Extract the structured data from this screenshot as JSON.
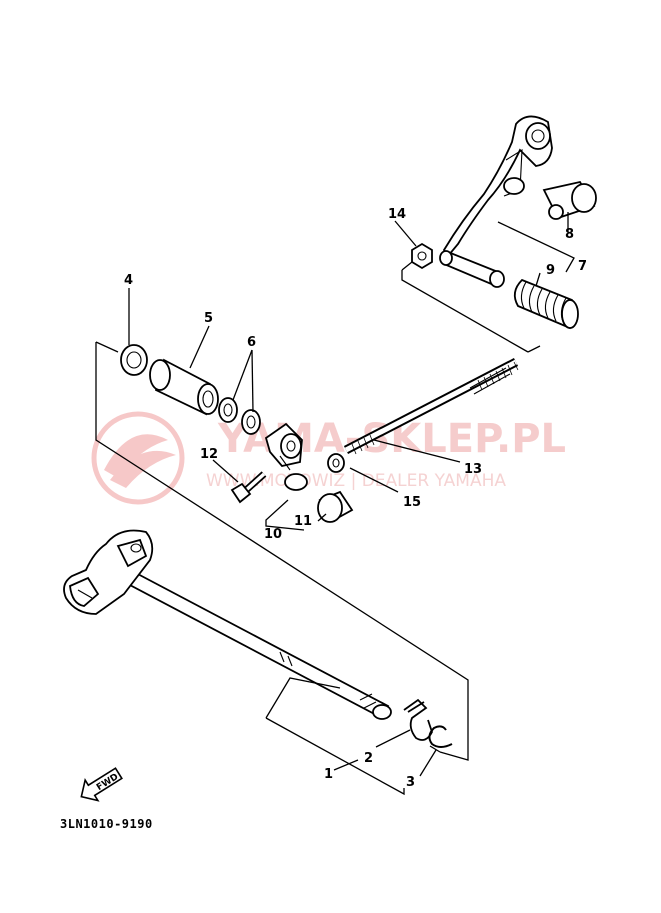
{
  "diagram_code": "3LN1010-9190",
  "fwd_label": "FWD",
  "watermark": {
    "title": "YAMA-SKLEP.PL",
    "subtitle": "WWW.MOTOWIZ | DEALER YAMAHA"
  },
  "callouts": {
    "p1": "1",
    "p2": "2",
    "p3": "3",
    "p4": "4",
    "p5": "5",
    "p6": "6",
    "p7": "7",
    "p8": "8",
    "p9": "9",
    "p10": "10",
    "p11": "11",
    "p12": "12",
    "p13": "13",
    "p14": "14",
    "p15": "15"
  },
  "colors": {
    "line": "#000000",
    "background": "#ffffff",
    "watermark": "#f2bcbc"
  }
}
